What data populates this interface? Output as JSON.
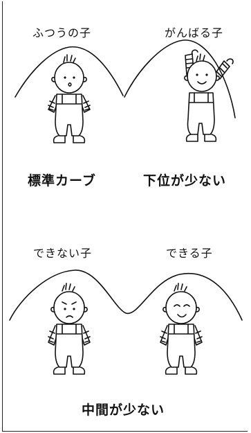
{
  "panels": [
    {
      "label": "ふつうの子",
      "caption": "標準カーブ"
    },
    {
      "label": "がんばる子",
      "caption": "下位が少ない"
    },
    {
      "label": "できない子"
    },
    {
      "label": "できる子"
    }
  ],
  "bottom_caption": "中間が少ない"
}
